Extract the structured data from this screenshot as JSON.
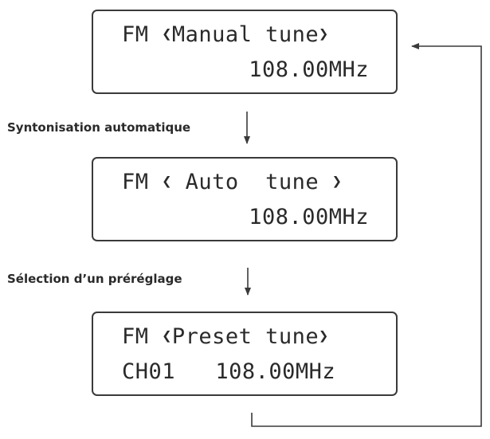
{
  "screens": [
    {
      "band": "FM",
      "left_arrow": "❮",
      "mode": "Manual tune",
      "right_arrow": "❯",
      "frequency": "108.00MHz"
    },
    {
      "band": "FM",
      "left_arrow": "❮",
      "mode": "Auto  tune",
      "right_arrow": "❯",
      "frequency": "108.00MHz"
    },
    {
      "band": "FM",
      "left_arrow": "❮",
      "mode": "Preset tune",
      "right_arrow": "❯",
      "channel": "CH01",
      "frequency": "108.00MHz"
    }
  ],
  "steps": [
    {
      "label": "Syntonisation automatique"
    },
    {
      "label": "Sélection d’un préréglage"
    }
  ],
  "colors": {
    "line": "#3a3a3a",
    "text": "#2a2a2a"
  }
}
